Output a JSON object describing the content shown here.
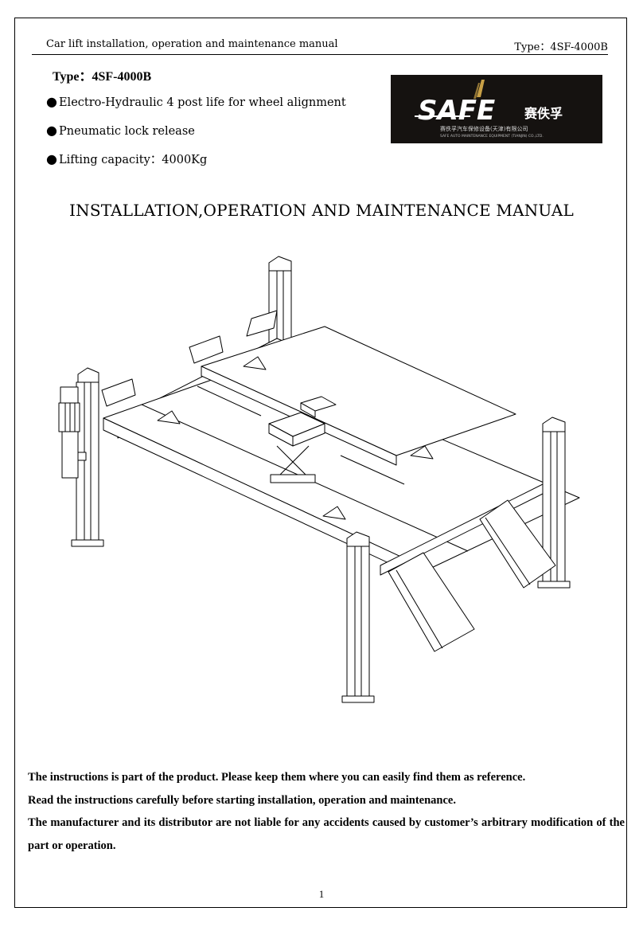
{
  "header": {
    "left": "Car lift installation, operation and maintenance manual",
    "right": "Type：4SF-4000B"
  },
  "type_line": "Type：4SF-4000B",
  "features": [
    "Electro-Hydraulic 4 post life for wheel alignment",
    "Pneumatic lock release",
    "Lifting capacity：4000Kg"
  ],
  "bullet_glyph": "●",
  "logo": {
    "brand": "SAFE",
    "cn_name": "赛佚孚",
    "cn_sub": "赛佚孚汽车保修设备(天津)有限公司",
    "en_sub": "SAFE AUTO MAINTENANCE EQUIPMENT (TIANJIN) CO.,LTD.",
    "accent": "#c8a046"
  },
  "title": "INSTALLATION,OPERATION AND MAINTENANCE MANUAL",
  "notes": [
    "The instructions is part of the product. Please keep them where you can easily find them as reference.",
    "Read the instructions carefully before starting installation, operation and maintenance.",
    "The manufacturer and its distributor are not liable for any accidents caused by customer’s arbitrary modification of the part or operation."
  ],
  "page_number": "1"
}
